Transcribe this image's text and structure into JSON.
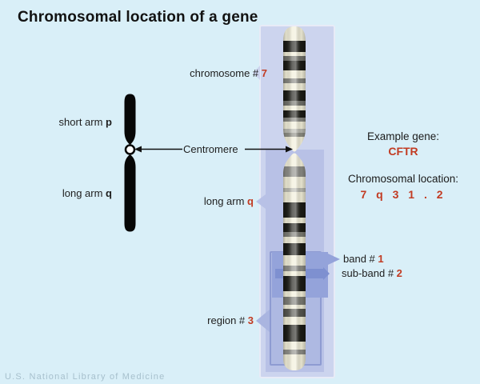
{
  "title": "Chromosomal location of a gene",
  "footer": "U.S. National Library of Medicine",
  "colors": {
    "background": "#d9eff8",
    "accent_red": "#c23b22",
    "text_dark": "#1a1a1a",
    "outer_box": "#ccd4ee",
    "long_arm_box": "#b8c1e6",
    "region_box": "#aeb9e2",
    "band_box": "#94a3da",
    "subband_arrow": "#7e90d0",
    "chromosome_body": "#f1eed8",
    "chromosome_band_dark": "#1c1c16",
    "footer_text": "#a7c0cd"
  },
  "mini_chromosome": {
    "short_arm_text": "short arm ",
    "short_arm_symbol": "p",
    "long_arm_text": "long arm ",
    "long_arm_symbol": "q",
    "centromere_label": "Centromere"
  },
  "callouts": {
    "chromosome": {
      "text": "chromosome # ",
      "number": "7"
    },
    "long_arm": {
      "text": "long arm ",
      "number": "q"
    },
    "region": {
      "text": "region # ",
      "number": "3"
    },
    "band": {
      "text": "band # ",
      "number": "1"
    },
    "subband": {
      "text": "sub-band # ",
      "number": "2"
    }
  },
  "info_panel": {
    "example_gene_label": "Example gene:",
    "gene_name": "CFTR",
    "location_label": "Chromosomal location:",
    "location_value": "7 q 3 1 . 2"
  }
}
